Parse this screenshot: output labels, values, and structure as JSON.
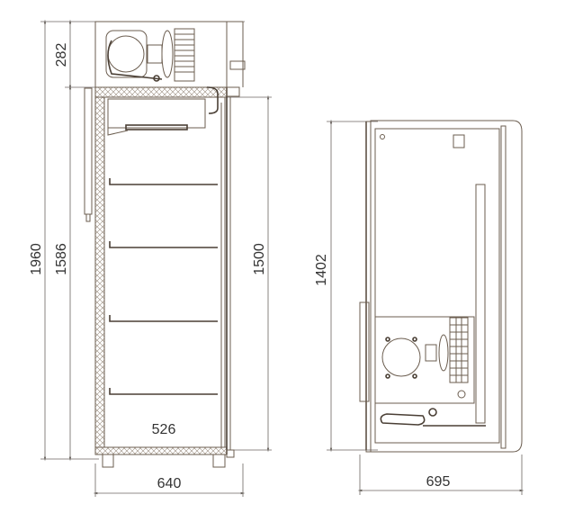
{
  "title": "Refrigerator cabinet dimensional drawing",
  "front_view": {
    "dimensions": {
      "total_height": "1960",
      "top_unit_height": "282",
      "body_height": "1586",
      "door_opening_height": "1500",
      "inner_width": "526",
      "total_width": "640"
    },
    "shelf_count": 4
  },
  "side_view": {
    "dimensions": {
      "height": "1402",
      "depth": "695"
    }
  },
  "colors": {
    "line": "#6b5d4f",
    "text": "#333333"
  }
}
